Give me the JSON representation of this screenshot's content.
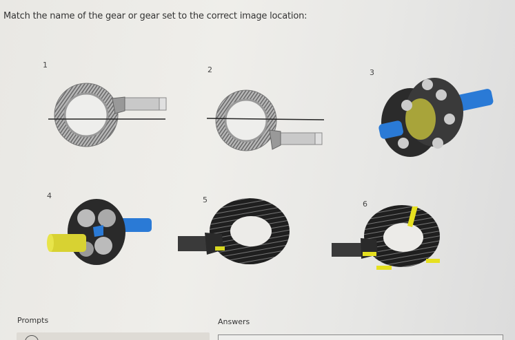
{
  "question": {
    "text": "Match the name of the gear or gear set to the correct image location:"
  },
  "images": [
    {
      "number": "1",
      "description": "spiral bevel ring and pinion gear, pinion above centerline"
    },
    {
      "number": "2",
      "description": "hypoid ring and pinion gear, pinion below centerline"
    },
    {
      "number": "3",
      "description": "planetary gear set with blue shafts and yellow sun gear"
    },
    {
      "number": "4",
      "description": "planetary gear set with yellow input and blue output shaft"
    },
    {
      "number": "5",
      "description": "straight bevel ring and pinion gear, dark"
    },
    {
      "number": "6",
      "description": "straight bevel ring and pinion gear with yellow highlighted teeth"
    }
  ],
  "sections": {
    "prompts_label": "Prompts",
    "answers_label": "Answers"
  },
  "colors": {
    "background": "#ebeae6",
    "gear_steel": "#9a9a9a",
    "gear_dark": "#222222",
    "highlight_yellow": "#e6e020",
    "shaft_blue": "#2a7ad6"
  }
}
